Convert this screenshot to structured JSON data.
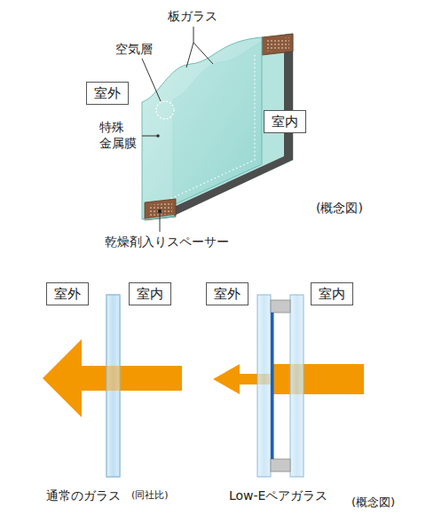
{
  "diagram": {
    "nodes": [
      {
        "text": [
          "室外"
        ]
      },
      {
        "text": [
          "室内"
        ]
      },
      {
        "text": [
          "室外"
        ]
      },
      {
        "text": [
          "室内"
        ]
      },
      {
        "text": [
          "室外"
        ]
      },
      {
        "text": [
          "室内"
        ]
      }
    ],
    "labels": [
      "板ガラス",
      "空気層",
      "特殊 金属膜",
      "(概念図)",
      "乾燥剤入りスペーサー",
      "通常のガラス",
      "(同社比)",
      "Low-Eペアガラス",
      "(概念図)"
    ]
  }
}
